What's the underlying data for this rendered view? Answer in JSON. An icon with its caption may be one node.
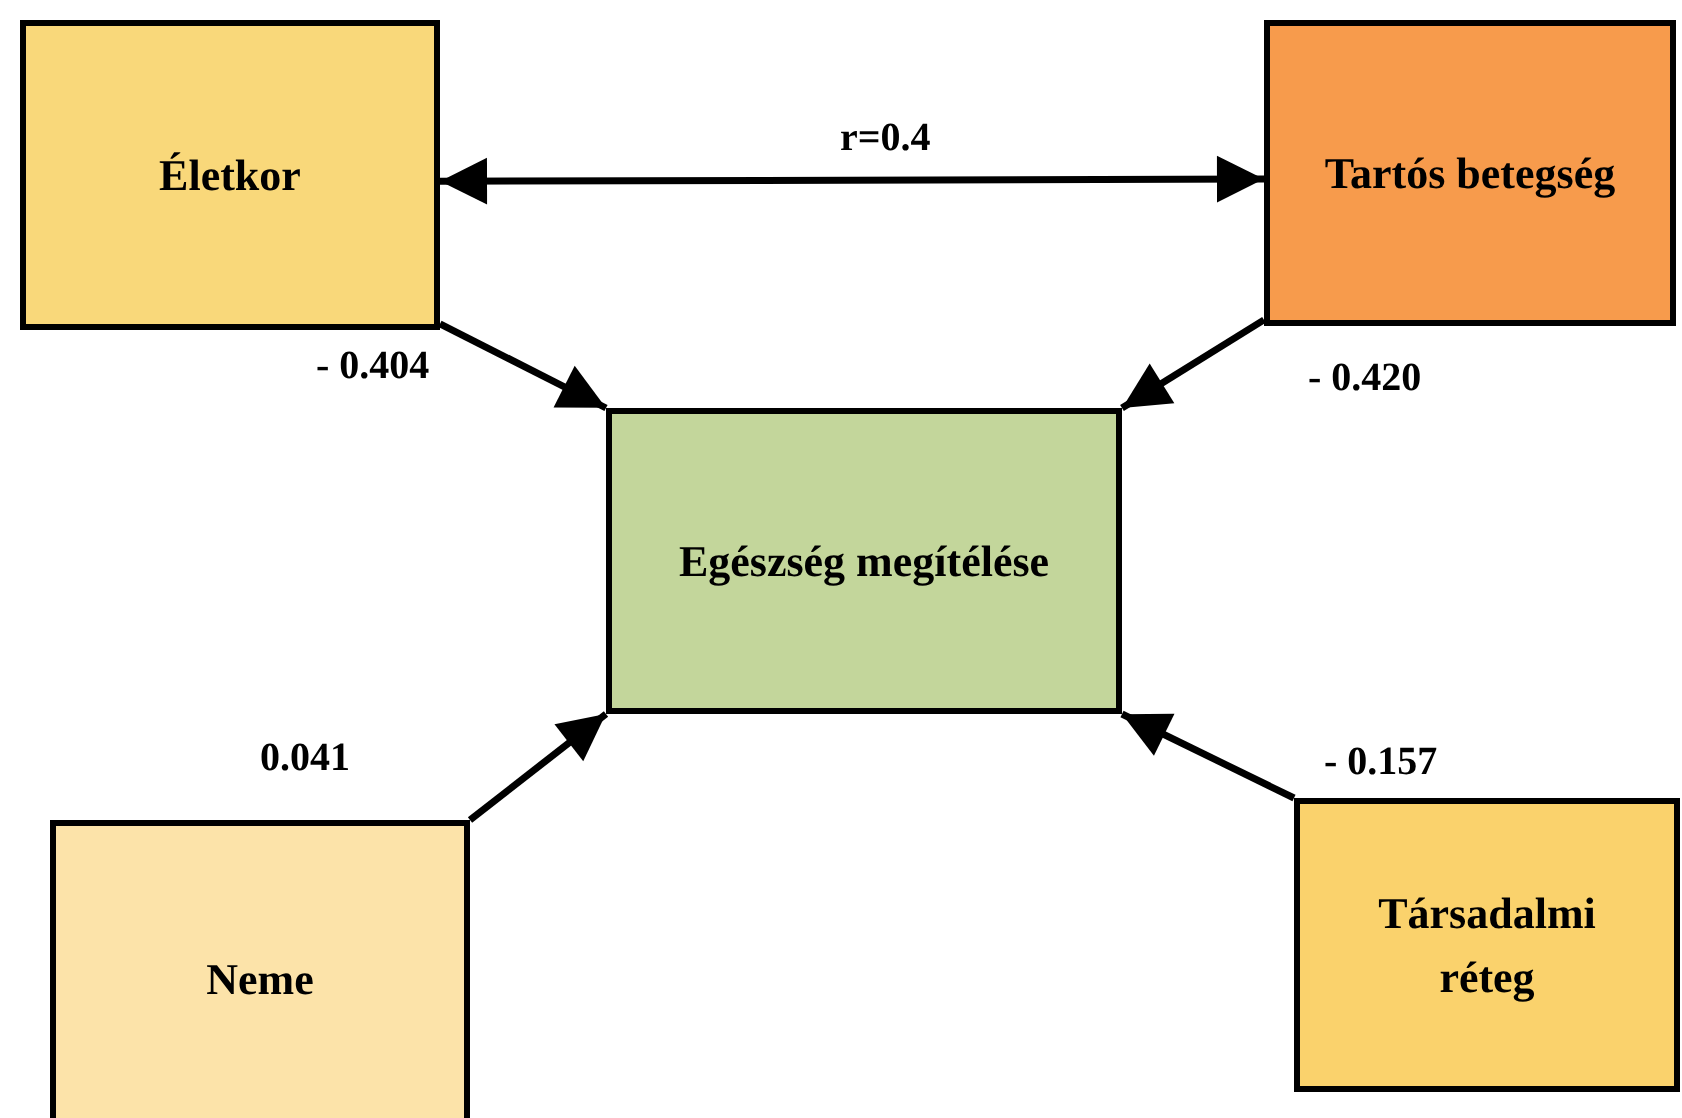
{
  "diagram": {
    "nodes": [
      {
        "text": [
          "Életkor"
        ]
      },
      {
        "text": [
          "Tartós betegség"
        ]
      },
      {
        "text": [
          "Egészség megítélése"
        ]
      },
      {
        "text": [
          "Neme"
        ]
      },
      {
        "text": [
          "Társadalmi réteg"
        ]
      }
    ],
    "edges": [
      {
        "from": 0,
        "to": 1,
        "arrow": "both",
        "label": "r=0.4"
      },
      {
        "from": 0,
        "to": 2,
        "arrow": "to",
        "label": "- 0.404"
      },
      {
        "from": 1,
        "to": 2,
        "arrow": "to",
        "label": "- 0.420"
      },
      {
        "from": 3,
        "to": 2,
        "arrow": "to",
        "label": "0.041"
      },
      {
        "from": 4,
        "to": 2,
        "arrow": "to",
        "label": "- 0.157"
      }
    ]
  }
}
